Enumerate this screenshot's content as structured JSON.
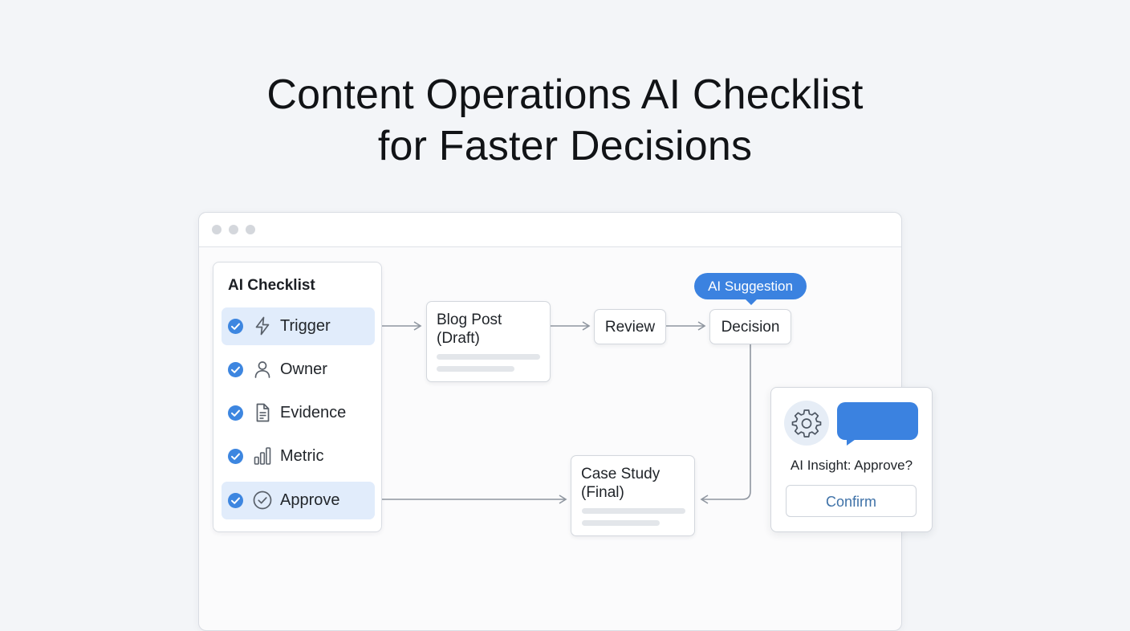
{
  "page": {
    "title_line1": "Content Operations AI Checklist",
    "title_line2": "for Faster Decisions"
  },
  "checklist": {
    "title": "AI Checklist",
    "items": [
      {
        "label": "Trigger",
        "icon": "lightning-icon",
        "checked": true,
        "highlighted": true
      },
      {
        "label": "Owner",
        "icon": "user-icon",
        "checked": true,
        "highlighted": false
      },
      {
        "label": "Evidence",
        "icon": "document-icon",
        "checked": true,
        "highlighted": false
      },
      {
        "label": "Metric",
        "icon": "bar-chart-icon",
        "checked": true,
        "highlighted": false
      },
      {
        "label": "Approve",
        "icon": "check-circle-icon",
        "checked": true,
        "highlighted": true
      }
    ]
  },
  "flow": {
    "blog_post": {
      "line1": "Blog Post",
      "line2": "(Draft)"
    },
    "review": "Review",
    "decision": "Decision",
    "case_study": {
      "line1": "Case Study",
      "line2": "(Final)"
    }
  },
  "suggestion": {
    "label": "AI Suggestion"
  },
  "insight": {
    "text": "AI Insight: Approve?",
    "confirm_label": "Confirm"
  },
  "colors": {
    "accent": "#3b82e0",
    "highlight": "#e1ecfb",
    "connector": "#8f96a0"
  }
}
